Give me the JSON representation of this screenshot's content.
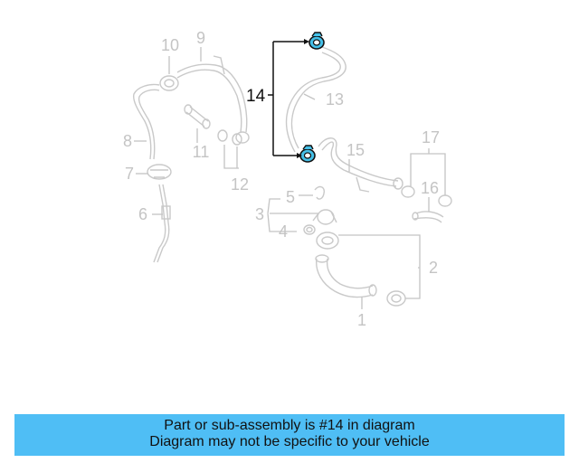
{
  "diagram": {
    "callouts": [
      {
        "id": "1",
        "text": "1"
      },
      {
        "id": "2",
        "text": "2"
      },
      {
        "id": "3",
        "text": "3"
      },
      {
        "id": "4",
        "text": "4"
      },
      {
        "id": "5",
        "text": "5"
      },
      {
        "id": "6",
        "text": "6"
      },
      {
        "id": "7",
        "text": "7"
      },
      {
        "id": "8",
        "text": "8"
      },
      {
        "id": "9",
        "text": "9"
      },
      {
        "id": "10",
        "text": "10"
      },
      {
        "id": "11",
        "text": "11"
      },
      {
        "id": "12",
        "text": "12"
      },
      {
        "id": "13",
        "text": "13"
      },
      {
        "id": "14",
        "text": "14"
      },
      {
        "id": "15",
        "text": "15"
      },
      {
        "id": "16",
        "text": "16"
      },
      {
        "id": "17",
        "text": "17"
      }
    ],
    "highlighted_part": "14",
    "colors": {
      "highlight_fill": "#45c0e8",
      "highlight_stroke": "#111111",
      "ghost_stroke": "#c9c9c9",
      "ghost_text": "#c4c4c4"
    }
  },
  "banner": {
    "line1": "Part or sub-assembly is #14 in diagram",
    "line2": "Diagram may not be specific to your vehicle",
    "background": "#4fbef5"
  }
}
